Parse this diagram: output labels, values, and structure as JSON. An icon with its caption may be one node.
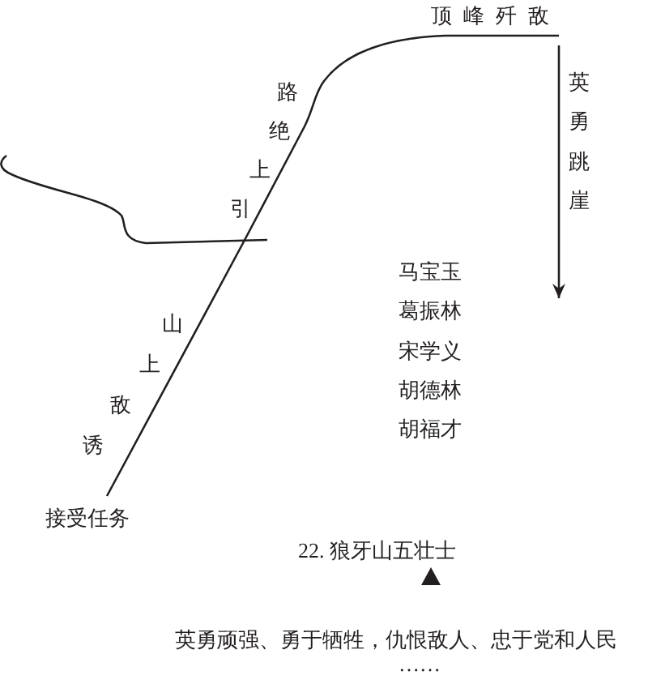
{
  "diagram": {
    "nodes": [
      {
        "text": [
          "接受任务"
        ]
      },
      {
        "text": [
          "顶峰歼敌"
        ]
      }
    ],
    "edges": [
      {
        "from": 0,
        "to": 1,
        "arrow": "none"
      },
      {
        "from": 1,
        "to": null,
        "arrow": "to",
        "label": "英勇跳崖"
      }
    ],
    "labels": [
      "路绝上引",
      "山上敌诱",
      "马宝玉",
      "葛振林",
      "宋学义",
      "胡德林",
      "胡福才",
      "22. 狼牙山五壮士",
      "英勇顽强、勇于牺牲，仇恨敌人、忠于党和人民",
      "……"
    ]
  }
}
